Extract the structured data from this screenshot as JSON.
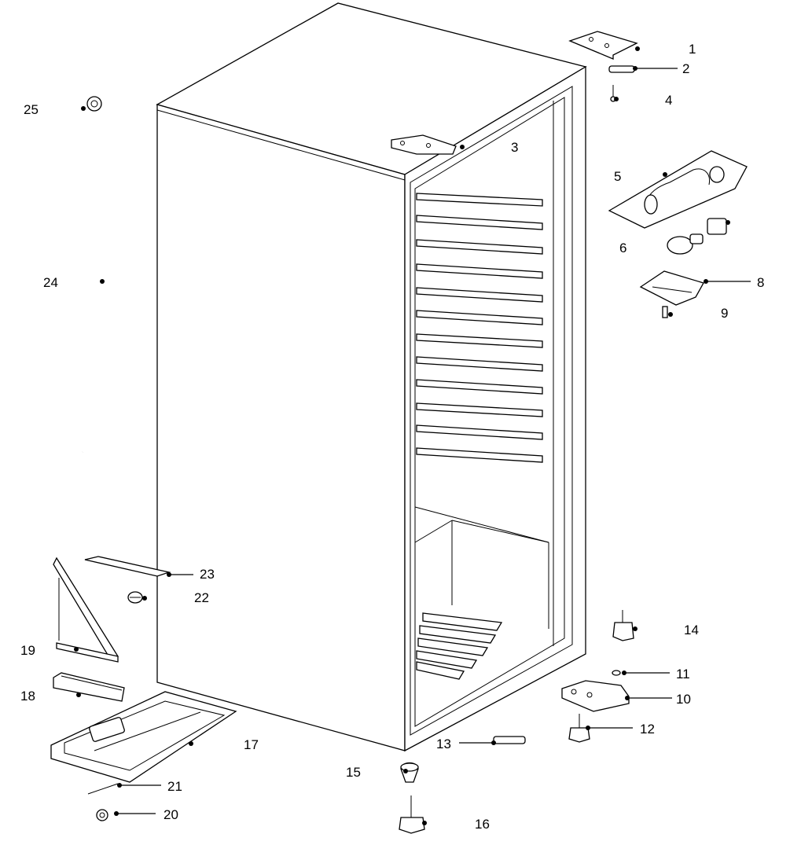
{
  "diagram": {
    "callouts": [
      {
        "id": "1",
        "label": "1"
      },
      {
        "id": "2",
        "label": "2"
      },
      {
        "id": "3",
        "label": "3"
      },
      {
        "id": "4",
        "label": "4"
      },
      {
        "id": "5",
        "label": "5"
      },
      {
        "id": "6",
        "label": "6"
      },
      {
        "id": "8",
        "label": "8"
      },
      {
        "id": "9",
        "label": "9"
      },
      {
        "id": "10",
        "label": "10"
      },
      {
        "id": "11",
        "label": "11"
      },
      {
        "id": "12",
        "label": "12"
      },
      {
        "id": "13",
        "label": "13"
      },
      {
        "id": "14",
        "label": "14"
      },
      {
        "id": "15",
        "label": "15"
      },
      {
        "id": "16",
        "label": "16"
      },
      {
        "id": "17",
        "label": "17"
      },
      {
        "id": "18",
        "label": "18"
      },
      {
        "id": "19",
        "label": "19"
      },
      {
        "id": "20",
        "label": "20"
      },
      {
        "id": "21",
        "label": "21"
      },
      {
        "id": "22",
        "label": "22"
      },
      {
        "id": "23",
        "label": "23"
      },
      {
        "id": "24",
        "label": "24"
      },
      {
        "id": "25",
        "label": "25"
      }
    ]
  }
}
